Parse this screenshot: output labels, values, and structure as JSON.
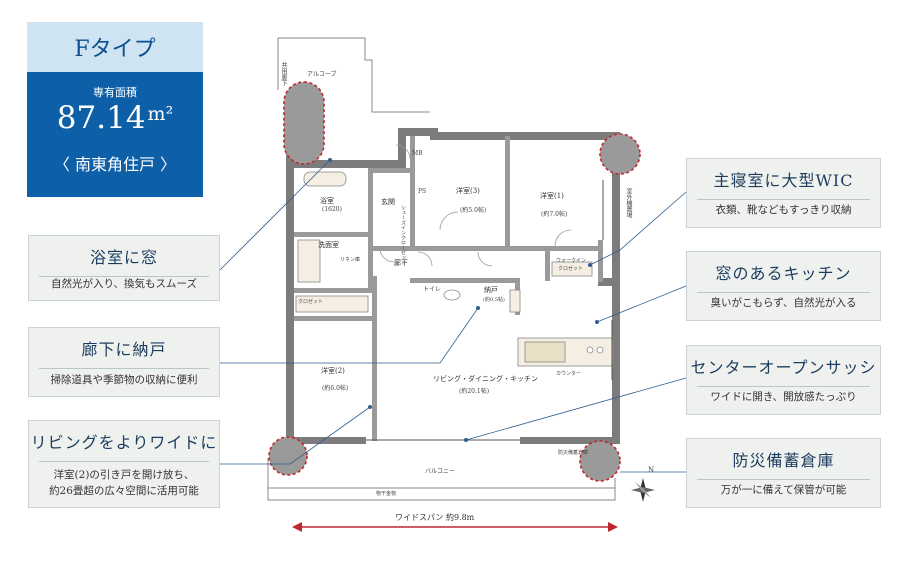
{
  "header": {
    "type_label": "Fタイプ",
    "area_label": "専有面積",
    "area_value": "87.14",
    "area_unit": "m²",
    "unit_type": "〈 南東角住戸 〉"
  },
  "callouts": [
    {
      "title": "浴室に窓",
      "text": "自然光が入り、換気もスムーズ"
    },
    {
      "title": "廊下に納戸",
      "text": "掃除道具や季節物の収納に便利"
    },
    {
      "title": "リビングをよりワイドに",
      "text": "洋室(2)の引き戸を開け放ち、",
      "text2": "約26畳超の広々空間に活用可能"
    },
    {
      "title": "主寝室に大型WIC",
      "text": "衣類、靴などもすっきり収納"
    },
    {
      "title": "窓のあるキッチン",
      "text": "臭いがこもらず、自然光が入る"
    },
    {
      "title": "センターオープンサッシ",
      "text": "ワイドに開き、開放感たっぷり"
    },
    {
      "title": "防災備蓄倉庫",
      "text": "万が一に備えて保管が可能"
    }
  ],
  "plan": {
    "alcove": "アルコーブ",
    "common_corridor": "共用廊下",
    "mb": "MB",
    "ps": "PS",
    "bath": "浴室",
    "bath_size": "(1620)",
    "entrance": "玄関",
    "shoe_closet": "シューズインクローゼット",
    "room3": "洋室(3)",
    "room3_size": "(約5.0帖)",
    "room1": "洋室(1)",
    "room1_size": "(約7.0帖)",
    "wic": "ウォークイン",
    "wic2": "クロゼット",
    "washroom": "洗面室",
    "linen": "リネン庫",
    "hallway": "廊下",
    "toilet": "トイレ",
    "storage": "納戸",
    "storage_size": "(約0.5帖)",
    "closet": "クロゼット",
    "room2": "洋室(2)",
    "room2_size": "(約6.0帖)",
    "ldk": "リビング・ダイニング・キッチン",
    "ldk_size": "(約20.1帖)",
    "counter": "カウンター",
    "outdoor_unit": "室外機置場",
    "balcony": "バルコニー",
    "balcony_storage": "防災備蓄倉庫",
    "eaves": "物干金物",
    "compass": "N",
    "width_span": "ワイドスパン 約9.8m"
  },
  "colors": {
    "header_blue": "#0d5fa8",
    "header_light": "#cfe4f3",
    "callout_bg": "#eef1ee",
    "callout_title": "#1c3c5e",
    "highlight_circle": "#c0262d",
    "leader_line": "#2f5f8f",
    "span_arrow": "#c0262d"
  }
}
